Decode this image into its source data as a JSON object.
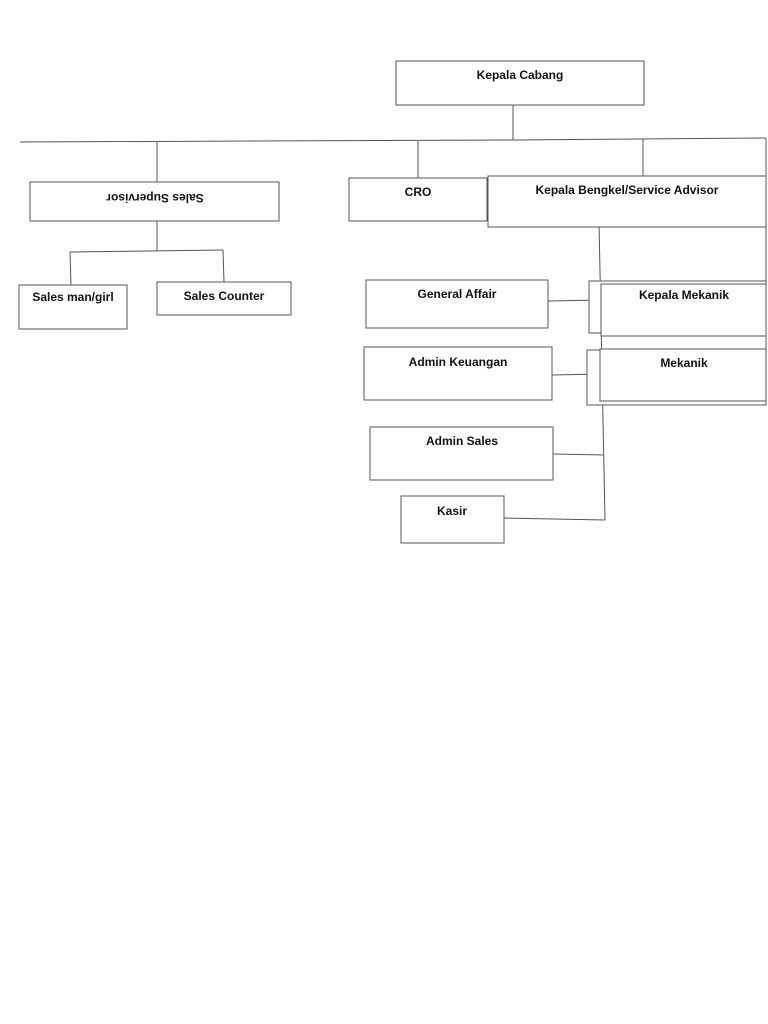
{
  "nodes": {
    "kepala_cabang": "Kepala Cabang",
    "sales_supervisor": "Sales Supervisor",
    "cro": "CRO",
    "kepala_bengkel": "Kepala Bengkel/Service Advisor",
    "sales_man_girl": "Sales man/girl",
    "sales_counter": "Sales Counter",
    "general_affair": "General Affair",
    "kepala_mekanik": "Kepala Mekanik",
    "admin_keuangan": "Admin Keuangan",
    "mekanik": "Mekanik",
    "admin_sales": "Admin Sales",
    "kasir": "Kasir"
  }
}
